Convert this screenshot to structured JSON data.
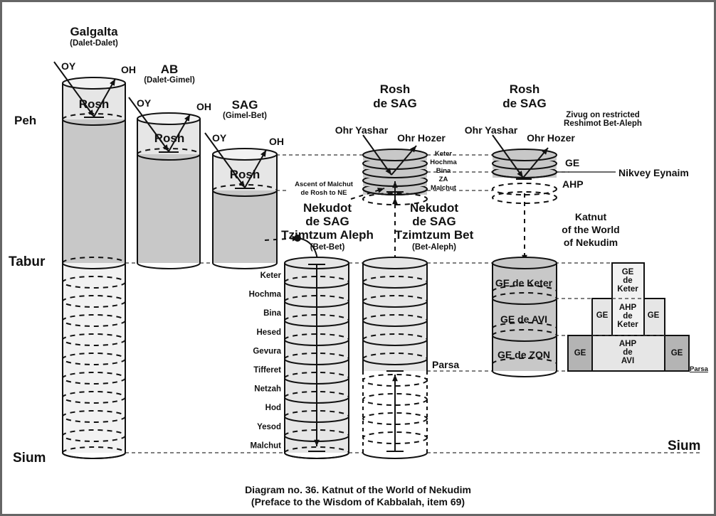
{
  "columns": {
    "galgalta": {
      "title": "Galgalta",
      "sub": "(Dalet-Dalet)",
      "oy": "OY",
      "oh": "OH",
      "rosh": "Rosh"
    },
    "ab": {
      "title": "AB",
      "sub": "(Dalet-Gimel)",
      "oy": "OY",
      "oh": "OH",
      "rosh": "Rosh"
    },
    "sag": {
      "title": "SAG",
      "sub": "(Gimel-Bet)",
      "oy": "OY",
      "oh": "OH",
      "rosh": "Rosh"
    }
  },
  "levels": {
    "peh": "Peh",
    "tabur": "Tabur",
    "sium_left": "Sium",
    "sium_right": "Sium",
    "parsa": "Parsa",
    "parsa_small": "Parsa"
  },
  "rosh_sag_1": {
    "title1": "Rosh",
    "title2": "de SAG",
    "oy": "Ohr Yashar",
    "oh": "Ohr Hozer",
    "sefirot": [
      "Keter",
      "Hochma",
      "Bina",
      "ZA",
      "Malchut"
    ],
    "ascent1": "Ascent of Malchut",
    "ascent2": "de Rosh to NE"
  },
  "rosh_sag_2": {
    "title1": "Rosh",
    "title2": "de SAG",
    "oy": "Ohr Yashar",
    "oh": "Ohr Hozer",
    "zivug1": "Zivug on restricted",
    "zivug2": "Reshimot Bet-Aleph",
    "ge": "GE",
    "ahp": "AHP",
    "nikvey": "Nikvey Eynaim"
  },
  "nekudot_a": {
    "l1": "Nekudot",
    "l2": "de SAG",
    "l3": "Tzimtzum Aleph",
    "l4": "(Bet-Bet)"
  },
  "nekudot_b": {
    "l1": "Nekudot",
    "l2": "de SAG",
    "l3": "Tzimtzum Bet",
    "l4": "(Bet-Aleph)"
  },
  "sefirot_list": [
    "Keter",
    "Hochma",
    "Bina",
    "Hesed",
    "Gevura",
    "Tifferet",
    "Netzah",
    "Hod",
    "Yesod",
    "Malchut"
  ],
  "katnut": {
    "l1": "Katnut",
    "l2": "of the World",
    "l3": "of Nekudim",
    "parts": [
      "GE de Keter",
      "GE de AVI",
      "GE de ZON"
    ]
  },
  "steps": {
    "ge": "GE",
    "top": [
      "GE",
      "de",
      "Keter"
    ],
    "mid": [
      "AHP",
      "de",
      "Keter"
    ],
    "bot": [
      "AHP",
      "de",
      "AVI"
    ]
  },
  "caption": {
    "line1": "Diagram no. 36. Katnut of the World of Nekudim",
    "line2": "(Preface to the Wisdom of Kabbalah, item 69)"
  },
  "colors": {
    "dark_fill": "#c8c8c8",
    "light_fill": "#e6e6e6",
    "lighter_fill": "#f2f2f2",
    "stroke": "#111111"
  }
}
